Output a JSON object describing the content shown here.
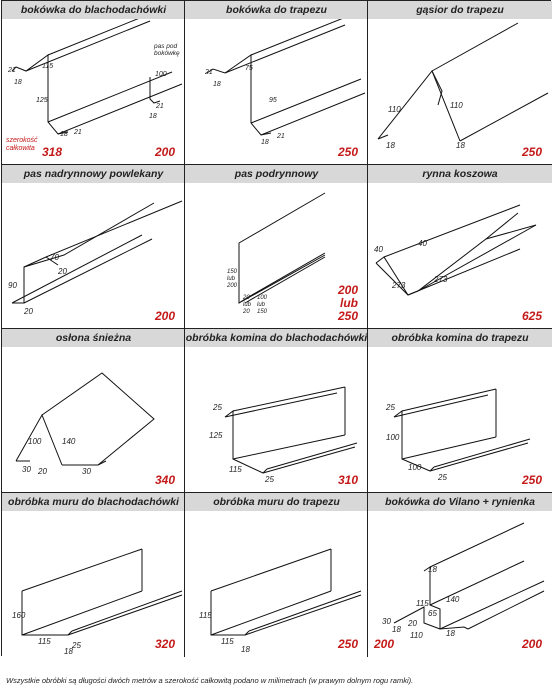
{
  "cells": [
    {
      "title": "bokówka do blachodachówki",
      "width": "318",
      "width2": "200",
      "labels": [
        "21",
        "115",
        "18",
        "125",
        "18",
        "21",
        "100",
        "21",
        "18"
      ],
      "side_note": [
        "pas pod",
        "bokówkę"
      ],
      "note": [
        "szerokość",
        "całkowita"
      ]
    },
    {
      "title": "bokówka do trapezu",
      "width": "250",
      "labels": [
        "21",
        "75",
        "18",
        "95",
        "18",
        "21"
      ]
    },
    {
      "title": "gąsior do trapezu",
      "width": "250",
      "labels": [
        "110",
        "110",
        "18",
        "18"
      ]
    },
    {
      "title": "pas nadrynnowy powlekany",
      "width": "200",
      "labels": [
        "70",
        "20",
        "90",
        "20"
      ]
    },
    {
      "title": "pas podrynnowy",
      "width": [
        "200",
        "lub",
        "250"
      ],
      "labels": [
        "150",
        "lub",
        "200",
        "20",
        "lub",
        "20",
        "100",
        "lub",
        "150"
      ]
    },
    {
      "title": "rynna koszowa",
      "width": "625",
      "labels": [
        "40",
        "40",
        "273",
        "273"
      ]
    },
    {
      "title": "osłona śnieżna",
      "width": "340",
      "labels": [
        "100",
        "140",
        "30",
        "20",
        "30"
      ]
    },
    {
      "title": "obróbka komina do blachodachówki",
      "width": "310",
      "labels": [
        "25",
        "125",
        "115",
        "25"
      ]
    },
    {
      "title": "obróbka komina do trapezu",
      "width": "250",
      "labels": [
        "25",
        "100",
        "100",
        "25"
      ]
    },
    {
      "title": "obróbka muru do blachodachówki",
      "width": "320",
      "labels": [
        "160",
        "115",
        "25",
        "18"
      ]
    },
    {
      "title": "obróbka muru do trapezu",
      "width": "250",
      "labels": [
        "115",
        "115",
        "18"
      ]
    },
    {
      "title": "bokówka do Vilano + rynienka",
      "width": "200",
      "width2": "200",
      "labels": [
        "18",
        "30",
        "140",
        "115",
        "65",
        "18",
        "18",
        "20",
        "110"
      ]
    }
  ],
  "footer": "Wszystkie obróbki są długości dwóch metrów a szerokość całkowitą podano w milimetrach (w prawym dolnym rogu ramki)."
}
